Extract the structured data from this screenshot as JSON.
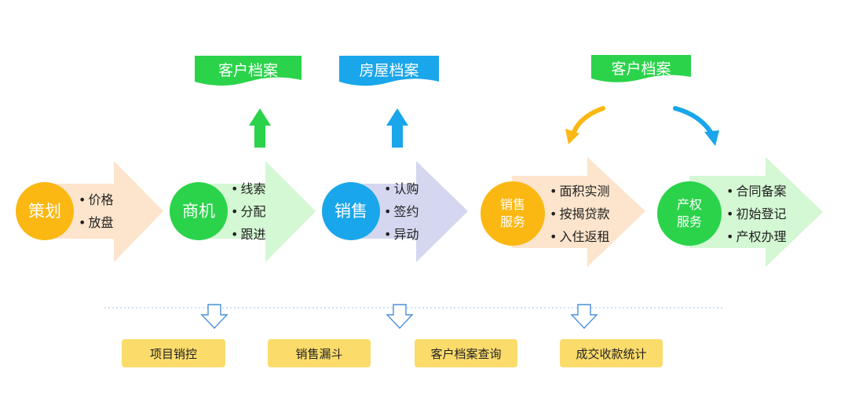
{
  "stages": [
    {
      "title": "策划",
      "items": [
        "价格",
        "放盘"
      ]
    },
    {
      "title": "商机",
      "items": [
        "线索",
        "分配",
        "跟进"
      ]
    },
    {
      "title": "销售",
      "items": [
        "认购",
        "签约",
        "异动"
      ]
    },
    {
      "title_line1": "销售",
      "title_line2": "服务",
      "items": [
        "面积实测",
        "按揭贷款",
        "入住返租"
      ]
    },
    {
      "title_line1": "产权",
      "title_line2": "服务",
      "items": [
        "合同备案",
        "初始登记",
        "产权办理"
      ]
    }
  ],
  "banners": {
    "customer_archive_1": "客户档案",
    "house_archive": "房屋档案",
    "customer_archive_2": "客户档案"
  },
  "reports": [
    "项目销控",
    "销售漏斗",
    "客户档案查询",
    "成交收款统计"
  ],
  "colors": {
    "orange": "#fbb813",
    "green": "#2bd34b",
    "blue": "#1aa6ea",
    "yellow_pill": "#fbdc6b",
    "arrow_peach": "#fde4cc",
    "arrow_mint": "#d4f7d4",
    "arrow_lavender": "#d4d7ef"
  }
}
